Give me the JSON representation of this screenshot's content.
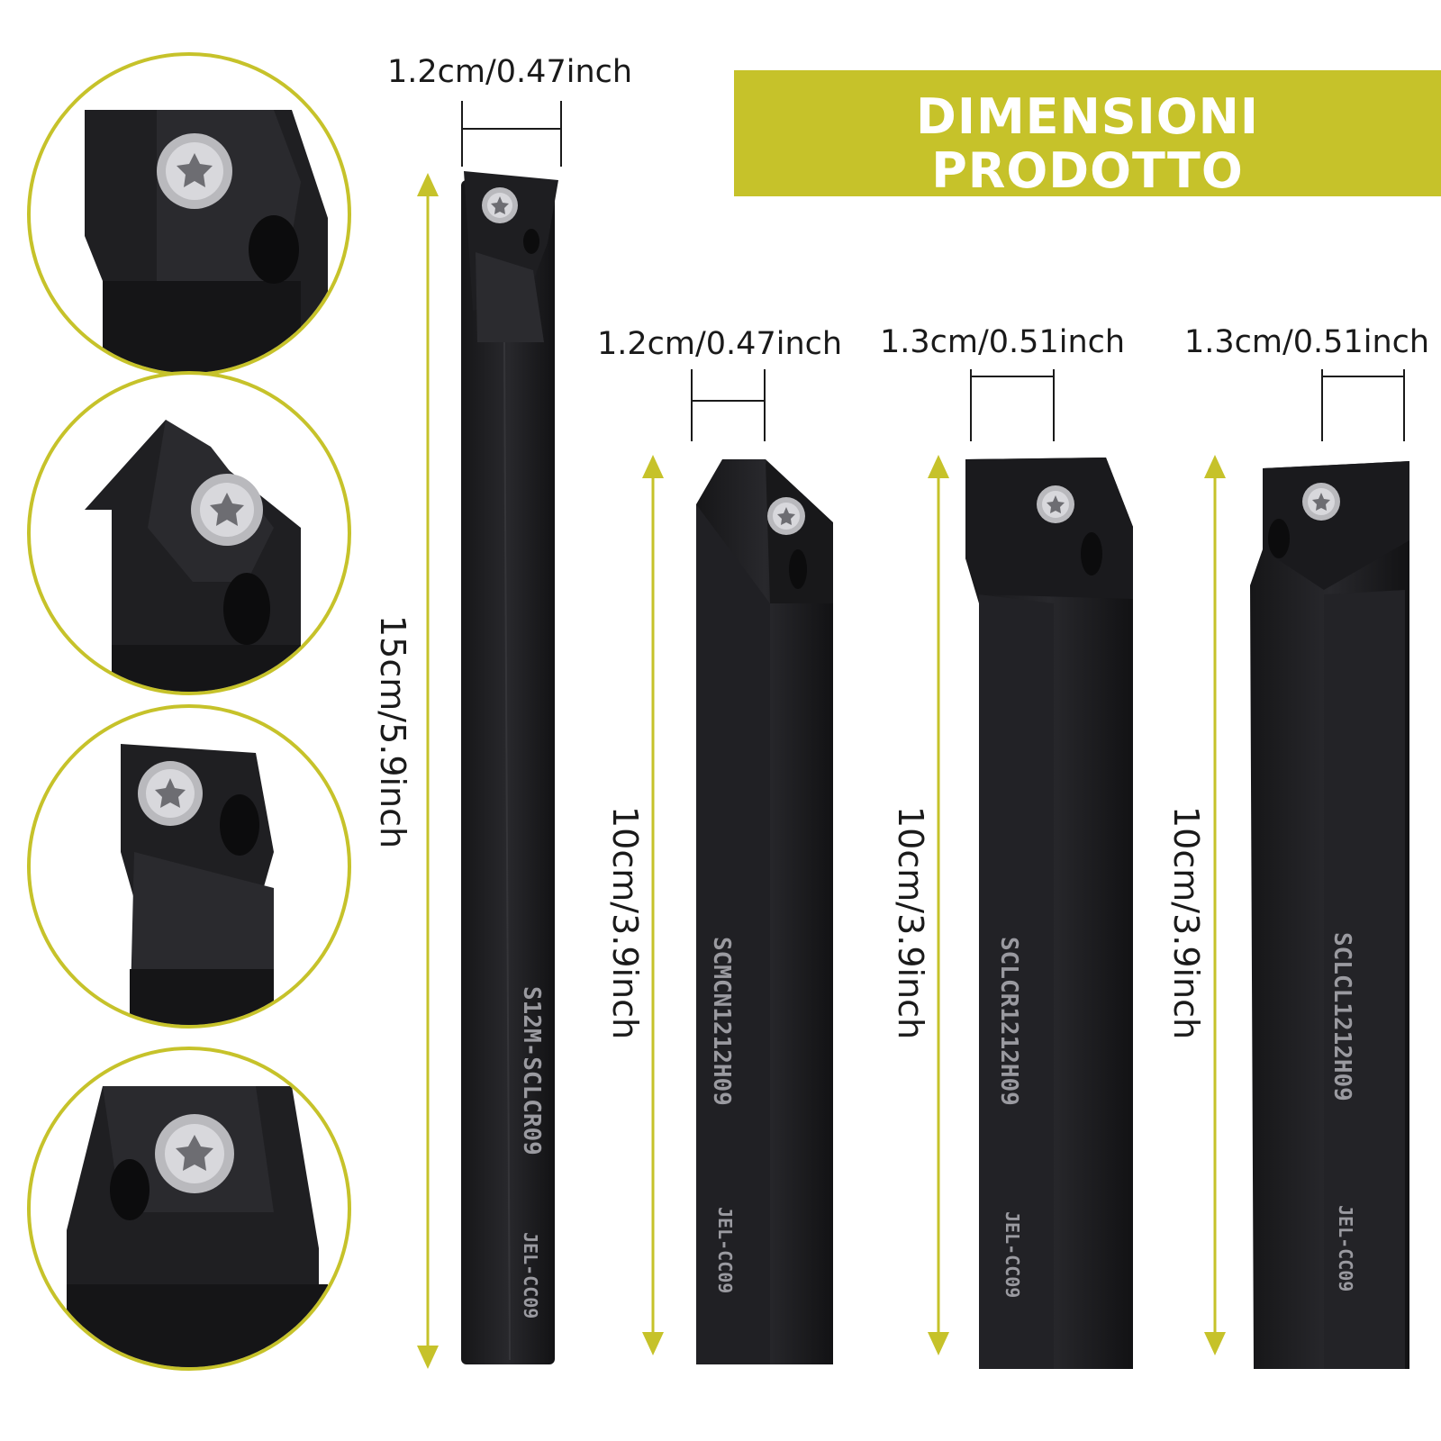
{
  "banner": {
    "line1": "DIMENSIONI",
    "line2": "PRODOTTO"
  },
  "widths": [
    "1.2cm/0.47inch",
    "1.2cm/0.47inch",
    "1.3cm/0.51inch",
    "1.3cm/0.51inch"
  ],
  "lengths": [
    "15cm/5.9inch",
    "10cm/3.9inch",
    "10cm/3.9inch",
    "10cm/3.9inch"
  ],
  "tools": [
    {
      "model": "S12M-SCLCR09",
      "insert": "JEL-CC09"
    },
    {
      "model": "SCMCN1212H09",
      "insert": "JEL-CC09"
    },
    {
      "model": "SCLCR1212H09",
      "insert": "JEL-CC09"
    },
    {
      "model": "SCLCL1212H09",
      "insert": "JEL-CC09"
    }
  ],
  "colors": {
    "accent": "#c6c22a",
    "tool_body": "#1c1c1e",
    "background": "#ffffff"
  },
  "icons": [
    "torx-screw-icon"
  ]
}
